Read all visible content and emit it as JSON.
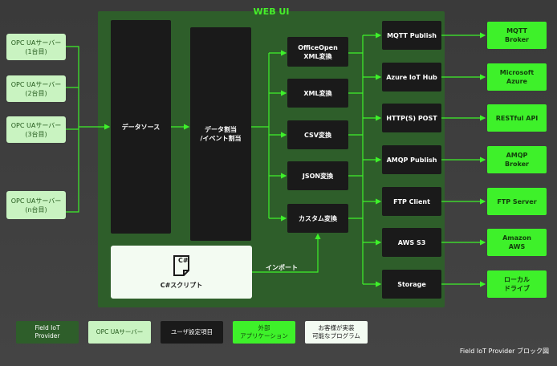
{
  "title": "WEB UI",
  "caption": "Field IoT Provider ブロック図",
  "import_label": "インポート",
  "servers": [
    "OPC UAサーバー\n(1台目)",
    "OPC UAサーバー\n(2台目)",
    "OPC UAサーバー\n(3台目)",
    "OPC UAサーバー\n(n台目)"
  ],
  "datasource": "データソース",
  "mapping": "データ割当\n/イベント割当",
  "csharp": "C#スクリプト",
  "csharp_icon": "C#",
  "converters": [
    "OfficeOpen\nXML変換",
    "XML変換",
    "CSV変換",
    "JSON変換",
    "カスタム変換"
  ],
  "publishers": [
    "MQTT Publish",
    "Azure IoT Hub",
    "HTTP(S) POST",
    "AMQP Publish",
    "FTP Client",
    "AWS S3",
    "Storage"
  ],
  "externals": [
    "MQTT\nBroker",
    "Microsoft\nAzure",
    "RESTful API",
    "AMQP\nBroker",
    "FTP Server",
    "Amazon\nAWS",
    "ローカル\nドライブ"
  ],
  "legend": [
    "Field IoT\nProvider",
    "OPC UAサーバー",
    "ユーザ設定項目",
    "外部\nアプリケーション",
    "お客様が実装\n可能なプログラム"
  ],
  "colors": {
    "panel": "#2e5e2a",
    "accent": "#3ef12a",
    "dark": "#1a1a1a",
    "light": "#c9f3c1"
  }
}
